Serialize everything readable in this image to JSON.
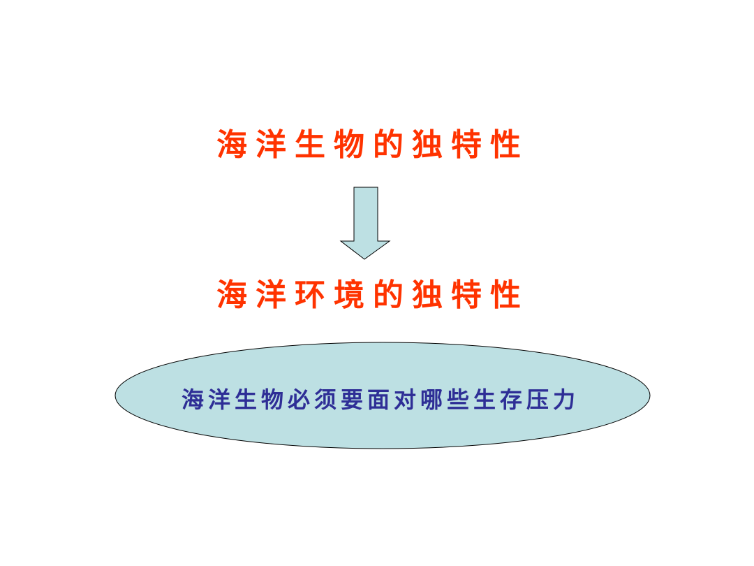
{
  "slide": {
    "title_top": "海洋生物的独特性",
    "title_bottom": "海洋环境的独特性",
    "oval_text": "海洋生物必须要面对哪些生存压力"
  },
  "colors": {
    "title": "#ff3300",
    "oval_text": "#2e2e96",
    "shape_fill": "#bde0e3",
    "shape_stroke": "#000000"
  },
  "icons": {
    "arrow": "down-arrow-icon"
  }
}
